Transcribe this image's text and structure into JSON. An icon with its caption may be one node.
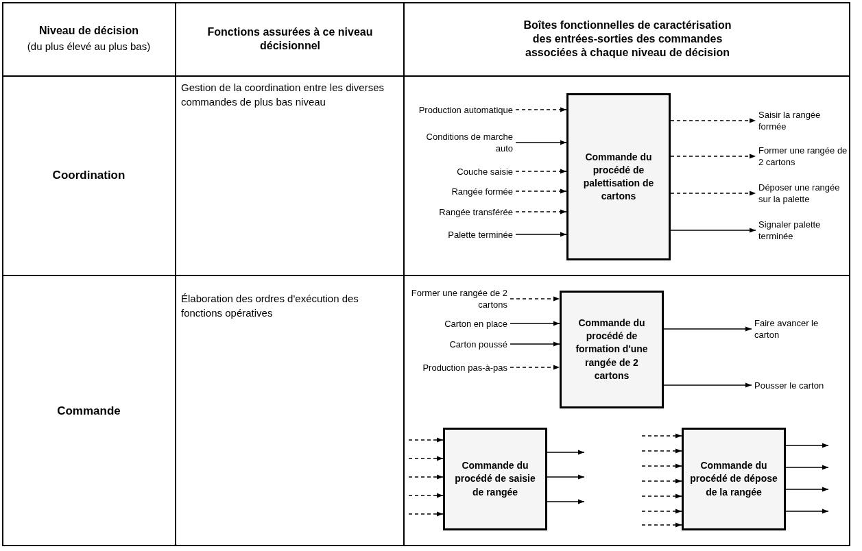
{
  "diagram": {
    "nodes": [
      {
        "text": [
          "Commande du procédé de palettisation de cartons"
        ]
      },
      {
        "text": [
          "Production automatique"
        ]
      },
      {
        "text": [
          "Conditions de marche auto"
        ]
      },
      {
        "text": [
          "Couche saisie"
        ]
      },
      {
        "text": [
          "Rangée formée"
        ]
      },
      {
        "text": [
          "Rangée transférée"
        ]
      },
      {
        "text": [
          "Palette terminée"
        ]
      },
      {
        "text": [
          "Saisir la rangée formée"
        ]
      },
      {
        "text": [
          "Former une rangée de 2 cartons"
        ]
      },
      {
        "text": [
          "Déposer une rangée sur la palette"
        ]
      },
      {
        "text": [
          "Signaler palette terminée"
        ]
      },
      {
        "text": [
          "Commande du procédé de formation d'une rangée de 2 cartons"
        ]
      },
      {
        "text": [
          "Former une rangée de 2 cartons"
        ]
      },
      {
        "text": [
          "Carton en place"
        ]
      },
      {
        "text": [
          "Carton poussé"
        ]
      },
      {
        "text": [
          "Production pas-à-pas"
        ]
      },
      {
        "text": [
          "Faire avancer le carton"
        ]
      },
      {
        "text": [
          "Pousser le carton"
        ]
      },
      {
        "text": [
          "Commande du procédé de saisie de rangée"
        ]
      },
      {
        "text": [
          "Commande du procédé de dépose de la rangée"
        ]
      }
    ],
    "edges": [
      {
        "from": 1,
        "to": 0,
        "arrow": "to",
        "style": "dashed"
      },
      {
        "from": 2,
        "to": 0,
        "arrow": "to"
      },
      {
        "from": 3,
        "to": 0,
        "arrow": "to",
        "style": "dashed"
      },
      {
        "from": 4,
        "to": 0,
        "arrow": "to",
        "style": "dashed"
      },
      {
        "from": 5,
        "to": 0,
        "arrow": "to",
        "style": "dashed"
      },
      {
        "from": 6,
        "to": 0,
        "arrow": "to"
      },
      {
        "from": 0,
        "to": 7,
        "arrow": "to",
        "style": "dashed"
      },
      {
        "from": 0,
        "to": 8,
        "arrow": "to",
        "style": "dashed"
      },
      {
        "from": 0,
        "to": 9,
        "arrow": "to",
        "style": "dashed"
      },
      {
        "from": 0,
        "to": 10,
        "arrow": "to"
      },
      {
        "from": 12,
        "to": 11,
        "arrow": "to",
        "style": "dashed"
      },
      {
        "from": 13,
        "to": 11,
        "arrow": "to"
      },
      {
        "from": 14,
        "to": 11,
        "arrow": "to"
      },
      {
        "from": 15,
        "to": 11,
        "arrow": "to",
        "style": "dashed"
      },
      {
        "from": 11,
        "to": 16,
        "arrow": "to"
      },
      {
        "from": 11,
        "to": 17,
        "arrow": "to"
      },
      {
        "from": null,
        "to": 18,
        "arrow": "to",
        "style": "dashed"
      },
      {
        "from": null,
        "to": 18,
        "arrow": "to",
        "style": "dashed"
      },
      {
        "from": null,
        "to": 18,
        "arrow": "to",
        "style": "dashed"
      },
      {
        "from": null,
        "to": 18,
        "arrow": "to",
        "style": "dashed"
      },
      {
        "from": null,
        "to": 18,
        "arrow": "to",
        "style": "dashed"
      },
      {
        "from": 18,
        "to": null,
        "arrow": "to"
      },
      {
        "from": 18,
        "to": null,
        "arrow": "to"
      },
      {
        "from": 18,
        "to": null,
        "arrow": "to"
      },
      {
        "from": null,
        "to": 19,
        "arrow": "to",
        "style": "dashed"
      },
      {
        "from": null,
        "to": 19,
        "arrow": "to",
        "style": "dashed"
      },
      {
        "from": null,
        "to": 19,
        "arrow": "to",
        "style": "dashed"
      },
      {
        "from": null,
        "to": 19,
        "arrow": "to",
        "style": "dashed"
      },
      {
        "from": null,
        "to": 19,
        "arrow": "to",
        "style": "dashed"
      },
      {
        "from": null,
        "to": 19,
        "arrow": "to",
        "style": "dashed"
      },
      {
        "from": null,
        "to": 19,
        "arrow": "to",
        "style": "dashed"
      },
      {
        "from": 19,
        "to": null,
        "arrow": "to"
      },
      {
        "from": 19,
        "to": null,
        "arrow": "to"
      },
      {
        "from": 19,
        "to": null,
        "arrow": "to"
      },
      {
        "from": 19,
        "to": null,
        "arrow": "to"
      }
    ],
    "labels": [
      "Niveau de décision",
      "(du plus élevé au plus bas)",
      "Fonctions assurées à ce niveau décisionnel",
      "Boîtes fonctionnelles de caractérisation des entrées-sorties des commandes associées à chaque niveau de décision",
      "Coordination",
      "Gestion de la coordination entre les diverses commandes de plus bas niveau",
      "Commande",
      "Élaboration des ordres d'exécution des fonctions opératives"
    ]
  }
}
